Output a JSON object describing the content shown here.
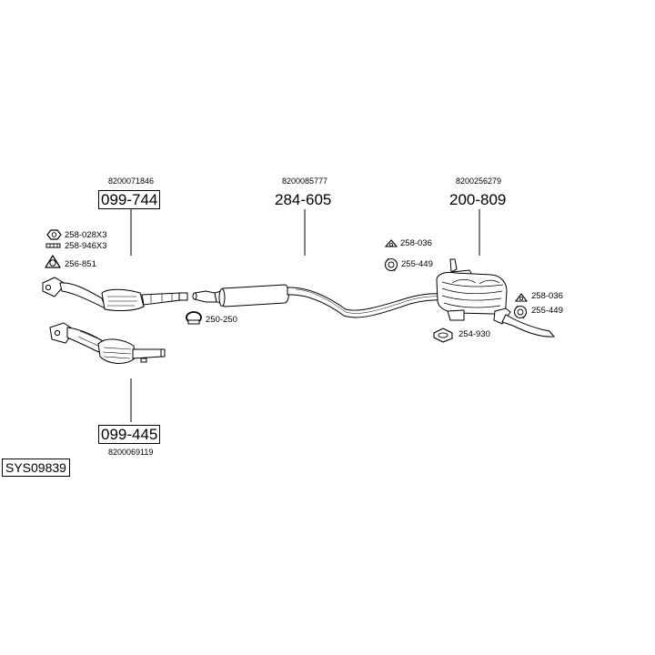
{
  "system_code": "SYS09839",
  "groups": [
    {
      "id": "catalyst-1",
      "oe_number": "8200071846",
      "part_number": "099-744"
    },
    {
      "id": "middle-silencer",
      "oe_number": "8200085777",
      "part_number": "284-605"
    },
    {
      "id": "rear-silencer",
      "oe_number": "8200256279",
      "part_number": "200-809"
    },
    {
      "id": "catalyst-2",
      "oe_number": "8200069119",
      "part_number": "099-445"
    }
  ],
  "accessories": {
    "nut": "258-028X3",
    "bolt": "258-946X3",
    "gasket": "256-851",
    "clamp": "250-250",
    "rubber_left": "258-036",
    "ring_left": "255-449",
    "rubber_right": "258-036",
    "ring_right": "255-449",
    "bracket": "254-930"
  }
}
